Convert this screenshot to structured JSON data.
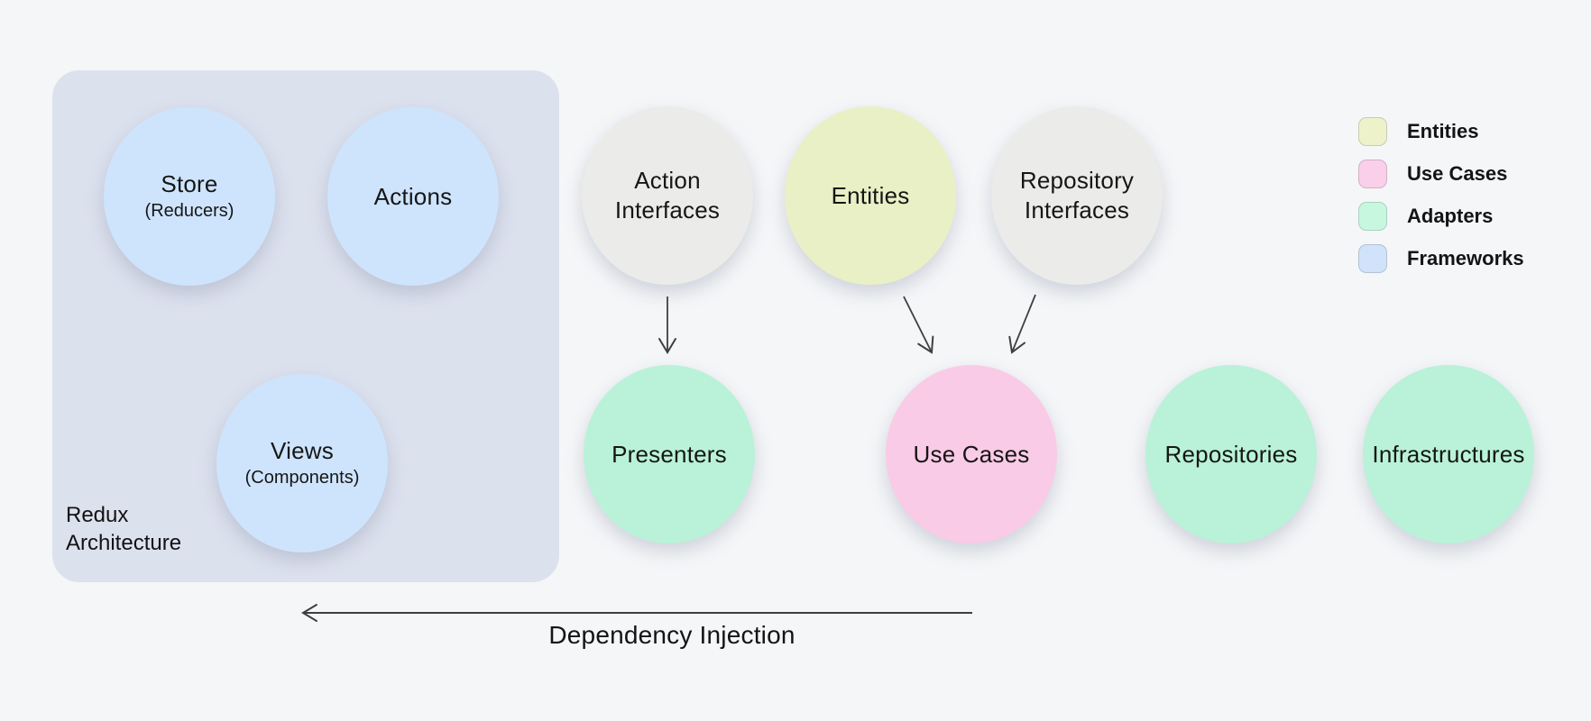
{
  "diagram": {
    "panel": {
      "label": "Redux\nArchitecture"
    },
    "nodes": [
      {
        "id": "store",
        "label": "Store",
        "sublabel": "(Reducers)",
        "category": "frameworks"
      },
      {
        "id": "actions",
        "label": "Actions",
        "sublabel": "",
        "category": "frameworks"
      },
      {
        "id": "views",
        "label": "Views",
        "sublabel": "(Components)",
        "category": "frameworks"
      },
      {
        "id": "action-interfaces",
        "label": "Action",
        "label2": "Interfaces",
        "category": "interfaces"
      },
      {
        "id": "entities",
        "label": "Entities",
        "sublabel": "",
        "category": "entities"
      },
      {
        "id": "repository-interfaces",
        "label": "Repository",
        "label2": "Interfaces",
        "category": "interfaces"
      },
      {
        "id": "presenters",
        "label": "Presenters",
        "sublabel": "",
        "category": "adapters"
      },
      {
        "id": "use-cases",
        "label": "Use Cases",
        "sublabel": "",
        "category": "use_cases"
      },
      {
        "id": "repositories",
        "label": "Repositories",
        "sublabel": "",
        "category": "adapters"
      },
      {
        "id": "infrastructures",
        "label": "Infrastructures",
        "sublabel": "",
        "category": "adapters"
      }
    ],
    "connections": [
      {
        "from": "action-interfaces",
        "to": "presenters"
      },
      {
        "from": "entities",
        "to": "use-cases"
      },
      {
        "from": "repository-interfaces",
        "to": "use-cases"
      },
      {
        "from": "right-side",
        "to": "redux-panel",
        "label": "Dependency Injection"
      }
    ],
    "dependency_arrow_label": "Dependency Injection",
    "legend": [
      {
        "label": "Entities",
        "color": "#eef2cb"
      },
      {
        "label": "Use Cases",
        "color": "#f9cfe9"
      },
      {
        "label": "Adapters",
        "color": "#c8f7e0"
      },
      {
        "label": "Frameworks",
        "color": "#d1e3fb"
      }
    ],
    "colors": {
      "background": "#f5f6f8",
      "panel": "#dce1ee",
      "frameworks": "#cee4fc",
      "interfaces": "#ebebe9",
      "entities": "#e9f0c5",
      "adapters": "#b9f2d8",
      "use_cases": "#f9cbe6",
      "arrow": "#3f3f3f",
      "text": "#161616"
    }
  }
}
